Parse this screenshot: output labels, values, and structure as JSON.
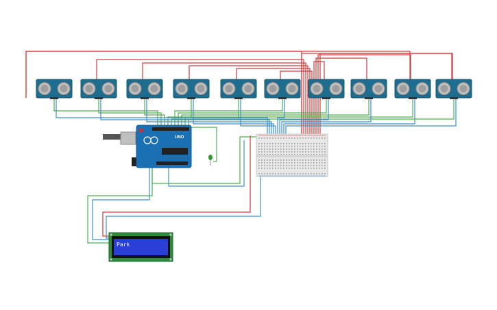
{
  "lcd": {
    "text": "Park"
  },
  "arduino": {
    "label": "UNO"
  },
  "colors": {
    "wire_red": "#d33a3a",
    "wire_green": "#4caf50",
    "wire_blue": "#3a8fd0",
    "sensor_board": "#1e6d8f",
    "arduino_board": "#1b6fb3",
    "lcd_pcb": "#2e8b3e",
    "lcd_screen": "#2a3fd6",
    "breadboard": "#e8e8e8"
  },
  "sensor_icon": "ultrasonic-sensor-icon",
  "sensor_count": 10
}
